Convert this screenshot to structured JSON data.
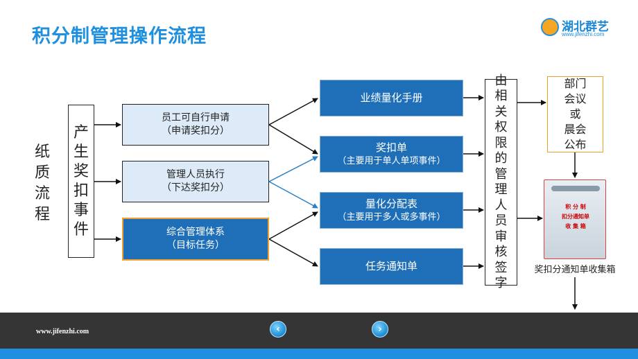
{
  "title": "积分制管理操作流程",
  "logo": {
    "name": "湖北群艺",
    "url": "www.jifenzhi.com"
  },
  "paper_flow_label": [
    "纸",
    "质",
    "流",
    "程"
  ],
  "generate_events": [
    "产",
    "生",
    "奖",
    "扣",
    "事",
    "件"
  ],
  "sources": [
    {
      "line1": "员工可自行申请",
      "line2": "（申请奖扣分）"
    },
    {
      "line1": "管理人员执行",
      "line2": "（下达奖扣分）"
    },
    {
      "line1": "综合管理体系",
      "line2": "（目标任务）"
    }
  ],
  "forms": [
    {
      "line1": "业绩量化手册",
      "line2": ""
    },
    {
      "line1": "奖扣单",
      "line2": "（主要用于单人单项事件）"
    },
    {
      "line1": "量化分配表",
      "line2": "（主要用于多人或多事件）"
    },
    {
      "line1": "任务通知单",
      "line2": ""
    }
  ],
  "review": [
    "由",
    "相",
    "关",
    "权",
    "限",
    "的",
    "管",
    "理",
    "人",
    "员",
    "审",
    "核",
    "签",
    "字"
  ],
  "announce": [
    "部门",
    "会议",
    "或",
    "晨会",
    "公布"
  ],
  "box_label": [
    "积 分 制",
    "扣分通知单",
    "收 集 箱"
  ],
  "box_caption": "奖扣分通知单收集箱",
  "footer": {
    "url": "www.jifenzhi.com",
    "prev": "‹",
    "next": "›"
  },
  "colors": {
    "accent": "#1f8fe0",
    "box_dark": "#1e6fb8",
    "box_light": "#dcebf7",
    "highlight": "#f0a030",
    "footer": "#353535"
  }
}
